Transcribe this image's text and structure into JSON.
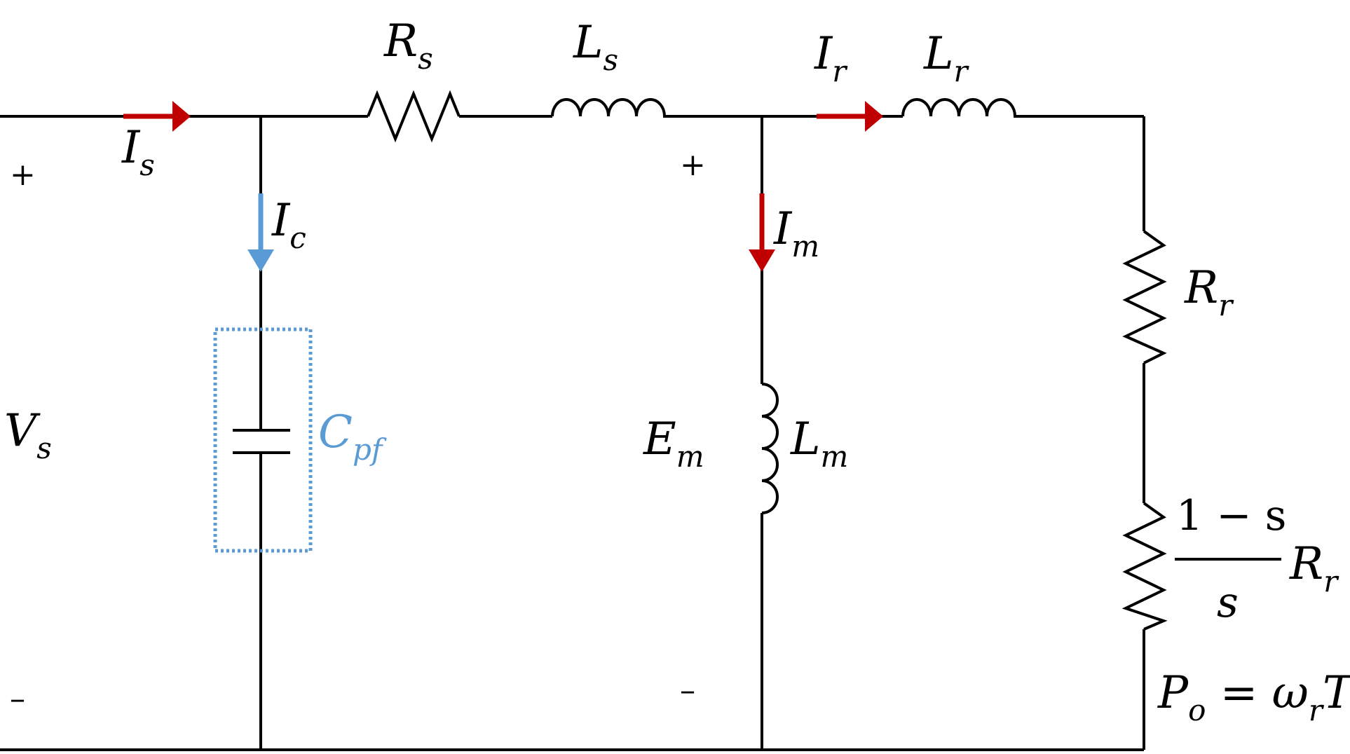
{
  "colors": {
    "wire": "#000000",
    "current_arrow": "#c00000",
    "capacitor_highlight": "#5b9bd5"
  },
  "labels": {
    "terminal_plus": "+",
    "terminal_minus": "–",
    "vs_main": "V",
    "vs_sub": "s",
    "is_main": "I",
    "is_sub": "s",
    "ic_main": "I",
    "ic_sub": "c",
    "rs_main": "R",
    "rs_sub": "s",
    "ls_main": "L",
    "ls_sub": "s",
    "ir_main": "I",
    "ir_sub": "r",
    "lr_main": "L",
    "lr_sub": "r",
    "im_main": "I",
    "im_sub": "m",
    "em_plus": "+",
    "em_minus": "–",
    "em_main": "E",
    "em_sub": "m",
    "lm_main": "L",
    "lm_sub": "m",
    "cpf_main": "C",
    "cpf_sub": "pf",
    "rr_main": "R",
    "rr_sub": "r",
    "load_numerator": "1 − s",
    "load_denominator": "s",
    "load_rr_main": "R",
    "load_rr_sub": "r",
    "po_main": "P",
    "po_sub": "o",
    "po_eq": " = ",
    "po_omega": "ω",
    "po_omega_sub": "r",
    "po_torque": "T"
  }
}
